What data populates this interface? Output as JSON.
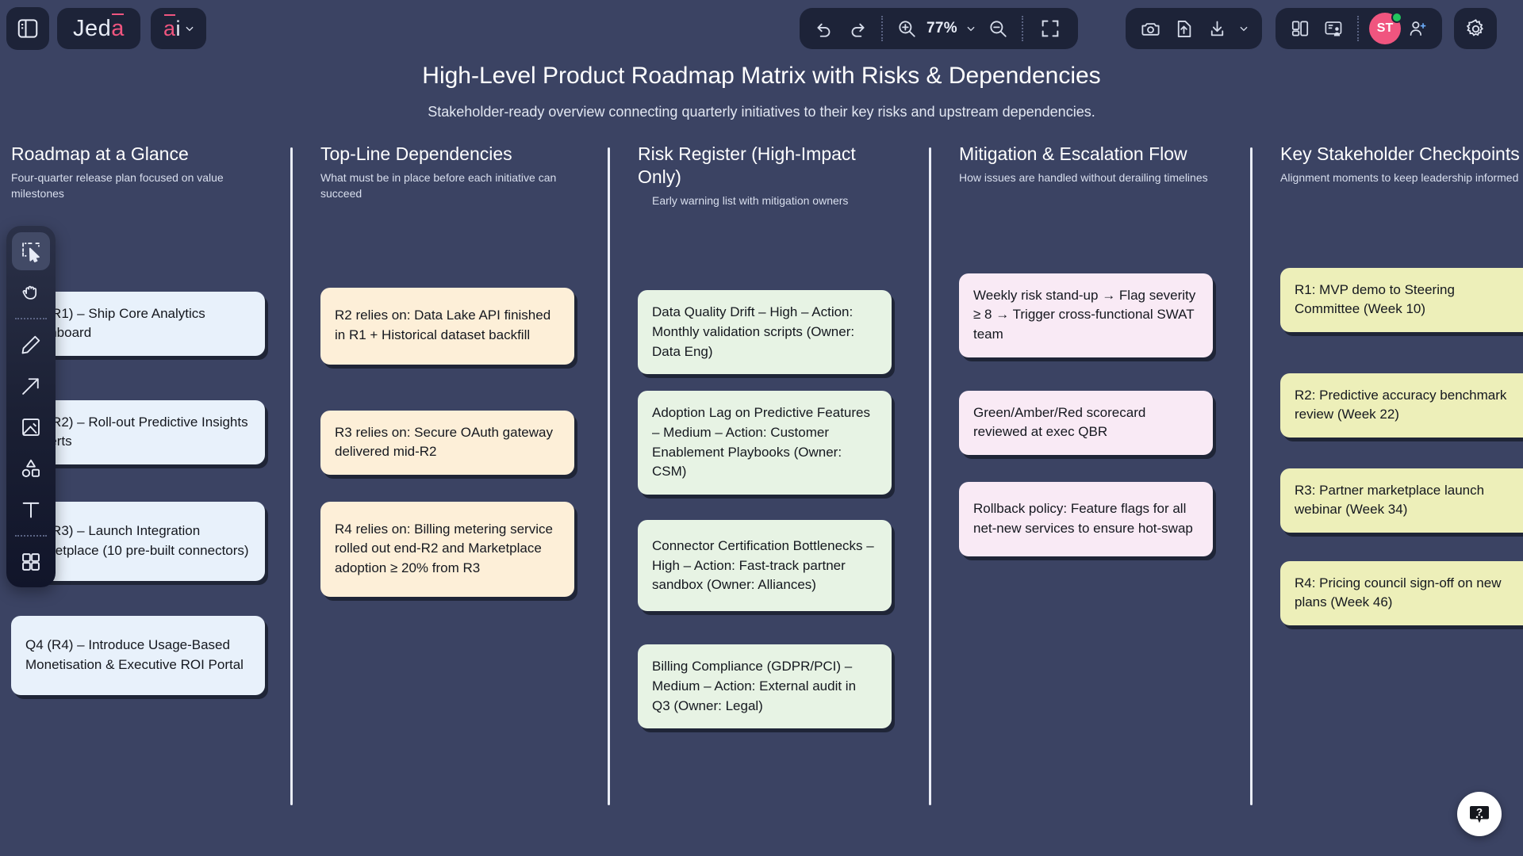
{
  "app": {
    "brand": {
      "prefix": "Jed",
      "accent": "a"
    },
    "ai_menu": {
      "accent": "a",
      "suffix": "i"
    },
    "accent_color": "#f0557f",
    "canvas_bg": "#3b4363"
  },
  "toolbar": {
    "panel_toggle": "panel-toggle",
    "undo": "Undo",
    "redo": "Redo",
    "zoom_in": "Zoom in",
    "zoom_level": "77%",
    "zoom_out": "Zoom out",
    "fit_screen": "Fit to screen",
    "screenshot": "Screenshot",
    "upload": "Upload",
    "download": "Download",
    "download_more": "Download options",
    "layout": "Layout",
    "present": "Present",
    "avatar_initials": "ST",
    "online_status_color": "#22c55e",
    "add_collaborator": "Add collaborator",
    "settings": "Settings"
  },
  "document": {
    "title": "High-Level Product Roadmap Matrix with Risks & Dependencies",
    "subtitle": "Stakeholder-ready overview connecting quarterly initiatives to their key risks and upstream dependencies."
  },
  "columns": [
    {
      "title": "Roadmap at a Glance",
      "subtitle": "Four-quarter release plan focused on value milestones",
      "card_color": "blue",
      "cards": [
        "Q1 (R1) – Ship Core Analytics Dashboard",
        "Q2 (R2) – Roll-out Predictive Insights & Alerts",
        "Q3 (R3) – Launch Integration Marketplace (10 pre-built connectors)",
        "Q4 (R4) – Introduce Usage-Based Monetisation & Executive ROI Portal"
      ]
    },
    {
      "title": "Top-Line Dependencies",
      "subtitle": "What must be in place before each initiative can succeed",
      "card_color": "cream",
      "cards": [
        "R2 relies on: Data Lake API finished in R1 + Historical dataset backfill",
        "R3 relies on: Secure OAuth gateway delivered mid-R2",
        "R4 relies on: Billing metering service rolled out end-R2 and Marketplace adoption ≥ 20% from R3"
      ]
    },
    {
      "title": "Risk Register (High-Impact Only)",
      "subtitle": "Early warning list with mitigation owners",
      "card_color": "green",
      "cards": [
        "Data Quality Drift – High – Action: Monthly validation scripts (Owner: Data Eng)",
        "Adoption Lag on Predictive Features – Medium – Action: Customer Enablement Playbooks (Owner: CSM)",
        "Connector Certification Bottlenecks – High – Action: Fast-track partner sandbox (Owner: Alliances)",
        "Billing Compliance (GDPR/PCI) – Medium – Action: External audit in Q3 (Owner: Legal)"
      ]
    },
    {
      "title": "Mitigation & Escalation Flow",
      "subtitle": "How issues are handled without derailing timelines",
      "card_color": "pink",
      "cards": [
        "Weekly risk stand-up → Flag severity ≥ 8 → Trigger cross-functional SWAT team",
        "Green/Amber/Red scorecard reviewed at exec QBR",
        "Rollback policy: Feature flags for all net-new services to ensure hot-swap"
      ]
    },
    {
      "title": "Key Stakeholder Checkpoints",
      "subtitle": "Alignment moments to keep leadership informed",
      "card_color": "yellow",
      "cards": [
        "R1: MVP demo to Steering Committee (Week 10)",
        "R2: Predictive accuracy benchmark review (Week 22)",
        "R3: Partner marketplace launch webinar (Week 34)",
        "R4: Pricing council sign-off on new plans (Week 46)"
      ]
    }
  ],
  "tools": [
    {
      "name": "select-tool",
      "label": "Select",
      "active": true
    },
    {
      "name": "hand-tool",
      "label": "Pan",
      "active": false
    },
    {
      "name": "pencil-tool",
      "label": "Draw",
      "active": false
    },
    {
      "name": "arrow-tool",
      "label": "Arrow",
      "active": false
    },
    {
      "name": "image-tool",
      "label": "Image",
      "active": false
    },
    {
      "name": "shapes-tool",
      "label": "Shapes",
      "active": false
    },
    {
      "name": "text-tool",
      "label": "Text",
      "active": false
    },
    {
      "name": "widgets-tool",
      "label": "Widgets",
      "active": false
    }
  ],
  "help": {
    "label": "Help"
  }
}
